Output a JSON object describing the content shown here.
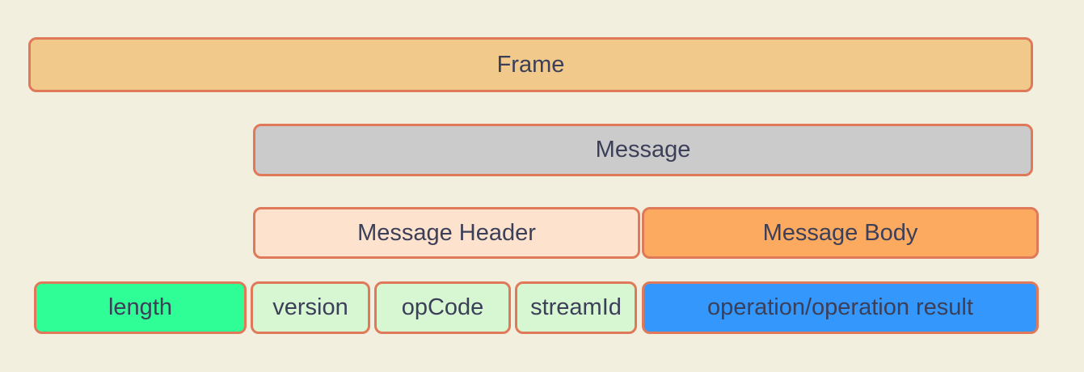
{
  "diagram": {
    "colors": {
      "background": "#f2efdf",
      "box_border": "#e0795a",
      "text": "#3c3f58"
    },
    "boxes": {
      "frame": {
        "label": "Frame",
        "fill": "#f0c98b"
      },
      "message": {
        "label": "Message",
        "fill": "#cbcbcc"
      },
      "message_header": {
        "label": "Message Header",
        "fill": "#fde3cd"
      },
      "message_body": {
        "label": "Message Body",
        "fill": "#fcaa60"
      },
      "length": {
        "label": "length",
        "fill": "#2efe95"
      },
      "version": {
        "label": "version",
        "fill": "#d7f7d2"
      },
      "opcode": {
        "label": "opCode",
        "fill": "#d7f7d2"
      },
      "streamid": {
        "label": "streamId",
        "fill": "#d7f7d2"
      },
      "operation": {
        "label": "operation/operation result",
        "fill": "#3397fc"
      }
    }
  }
}
